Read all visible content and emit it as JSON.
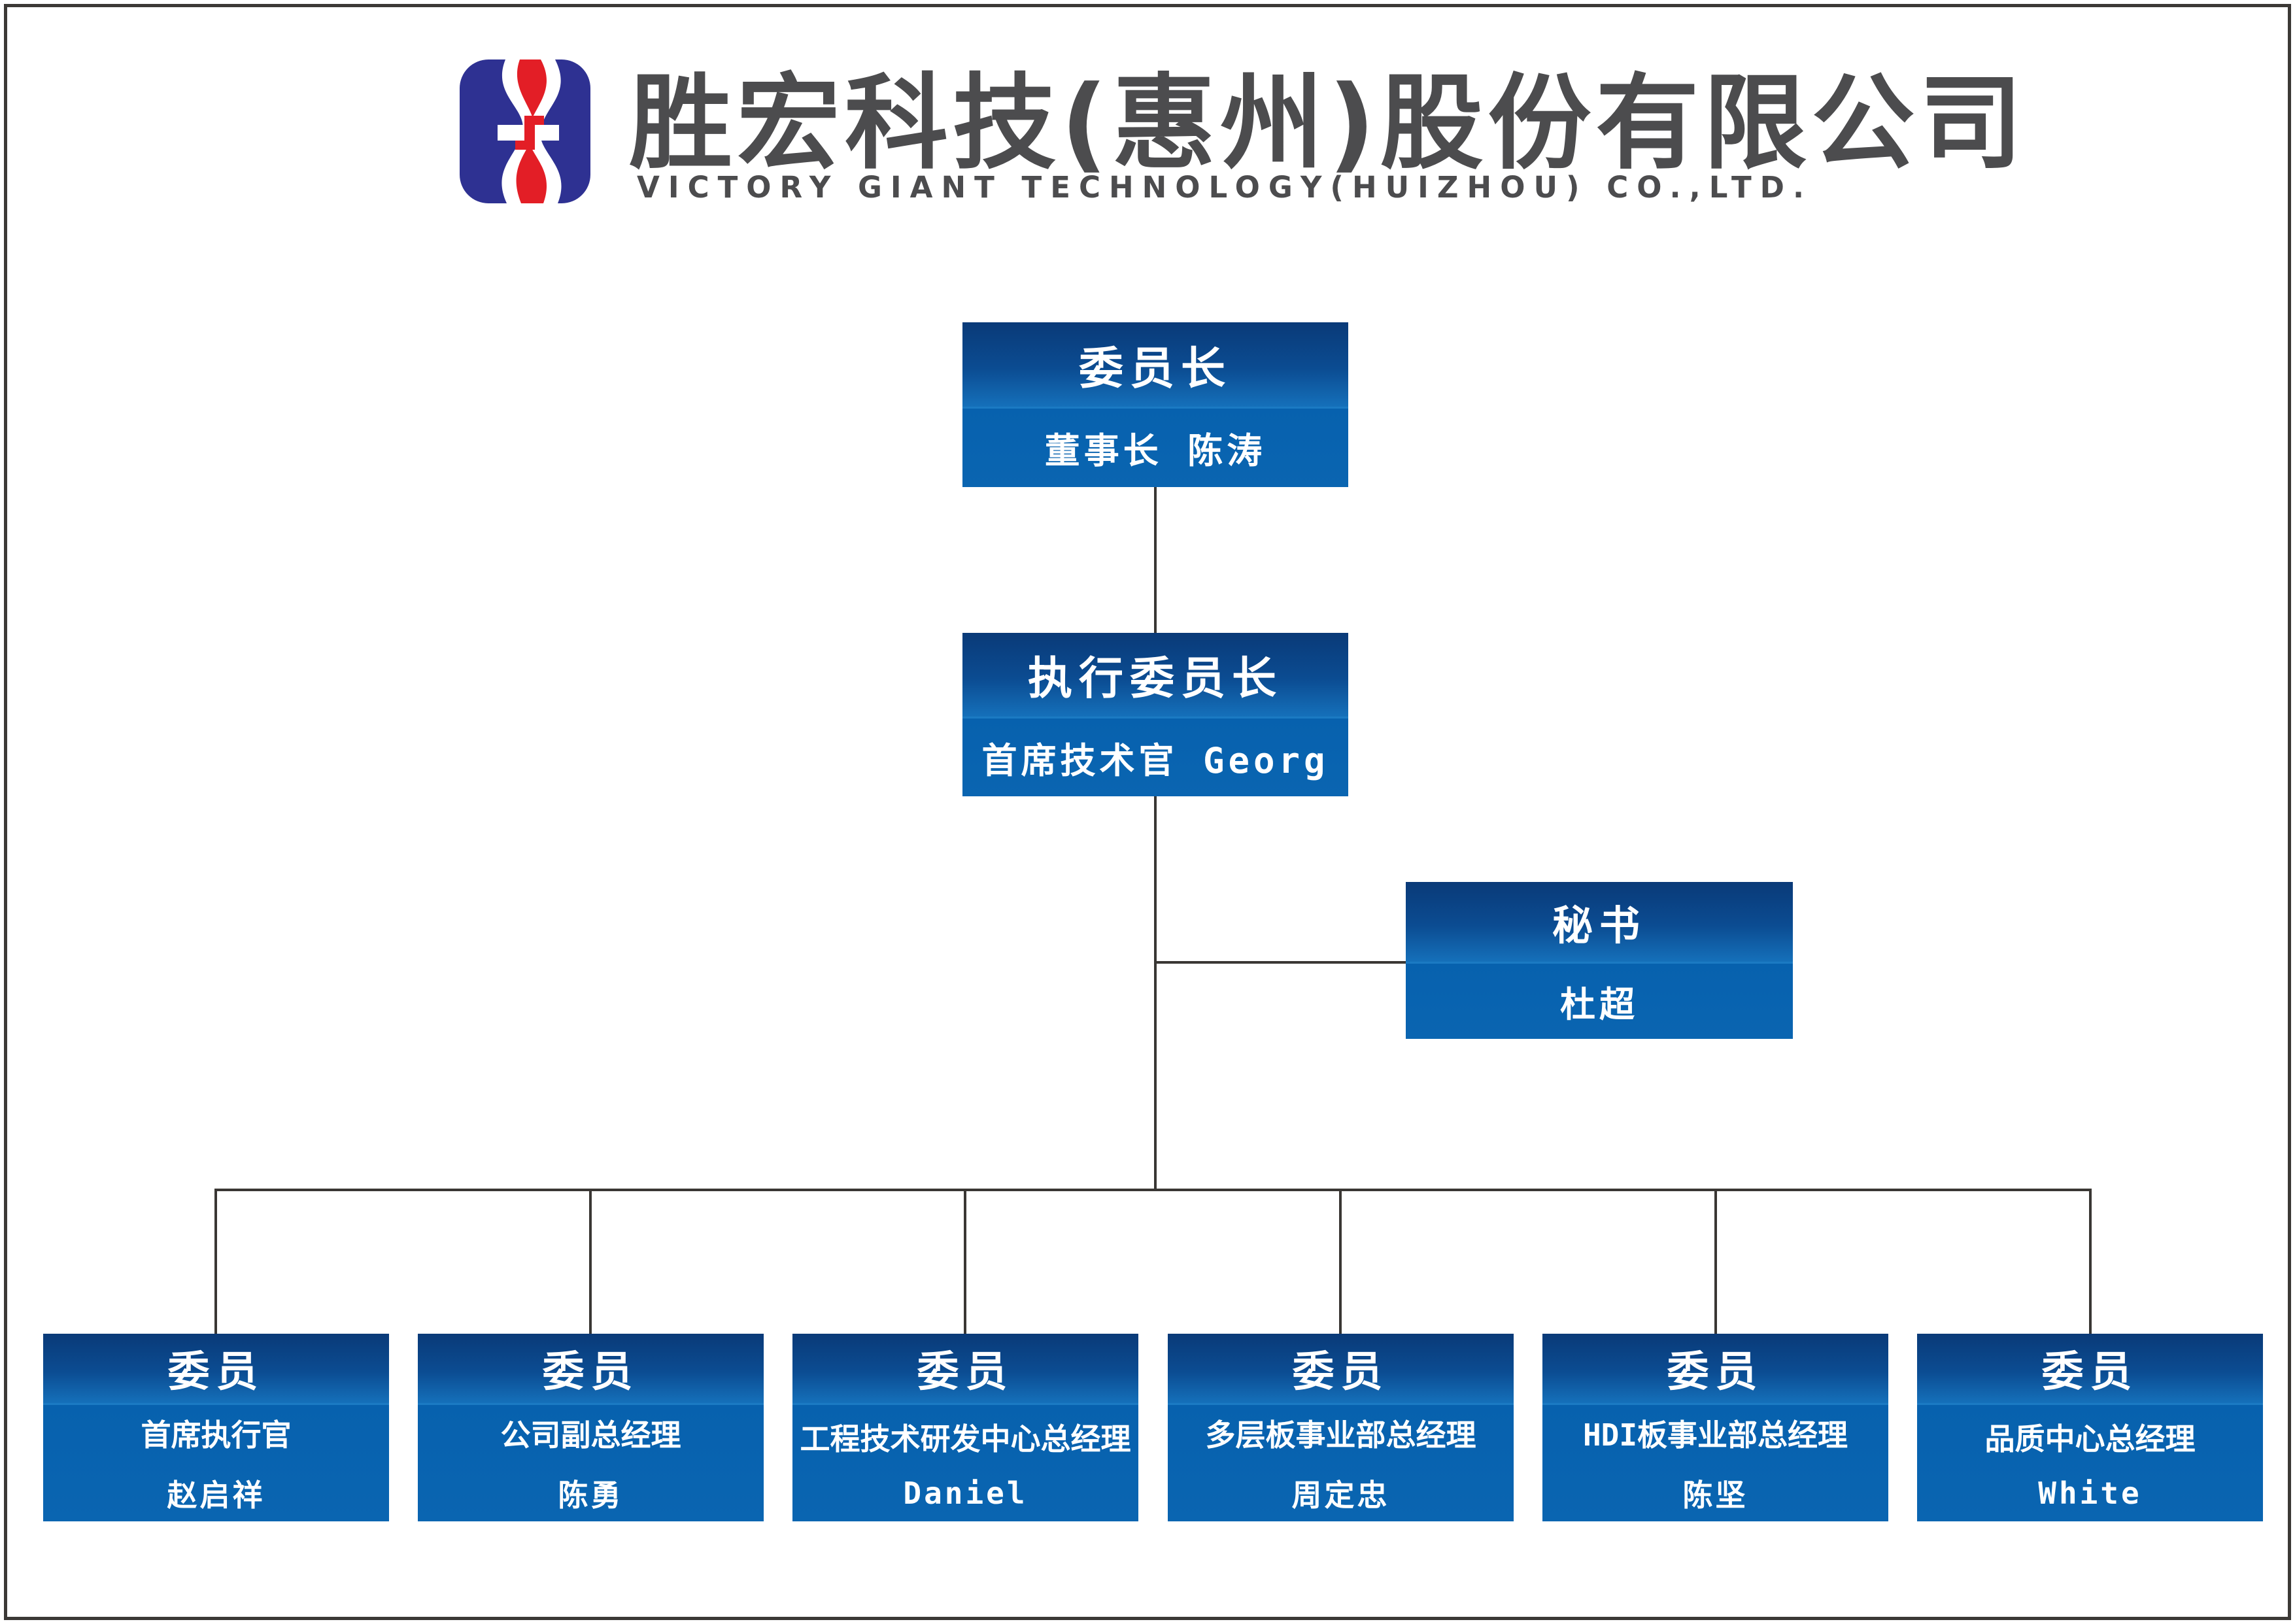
{
  "header": {
    "company_name_cn": "胜宏科技(惠州)股份有限公司",
    "company_name_en": "VICTORY GIANT TECHNOLOGY(HUIZHOU) CO.,LTD."
  },
  "colors": {
    "box_gradient_top": "#0a3a78",
    "box_gradient_seam": "#1570ba",
    "box_body_blue": "#0761ae",
    "connector_line": "#3a3734",
    "header_text_gray": "#4c4c4e",
    "logo_blue": "#2e3192",
    "logo_red": "#e31e26"
  },
  "org_chart": {
    "chairman": {
      "title": "委员长",
      "subtitle": "董事长 陈涛"
    },
    "executive_chairman": {
      "title": "执行委员长",
      "subtitle": "首席技术官 Georg"
    },
    "secretary": {
      "title": "秘书",
      "subtitle": "杜超"
    },
    "members": [
      {
        "title": "委员",
        "position": "首席执行官",
        "name": "赵启祥"
      },
      {
        "title": "委员",
        "position": "公司副总经理",
        "name": "陈勇"
      },
      {
        "title": "委员",
        "position": "工程技术研发中心总经理",
        "name": "Daniel"
      },
      {
        "title": "委员",
        "position": "多层板事业部总经理",
        "name": "周定忠"
      },
      {
        "title": "委员",
        "position": "HDI板事业部总经理",
        "name": "陈坚"
      },
      {
        "title": "委员",
        "position": "品质中心总经理",
        "name": "White"
      }
    ]
  }
}
